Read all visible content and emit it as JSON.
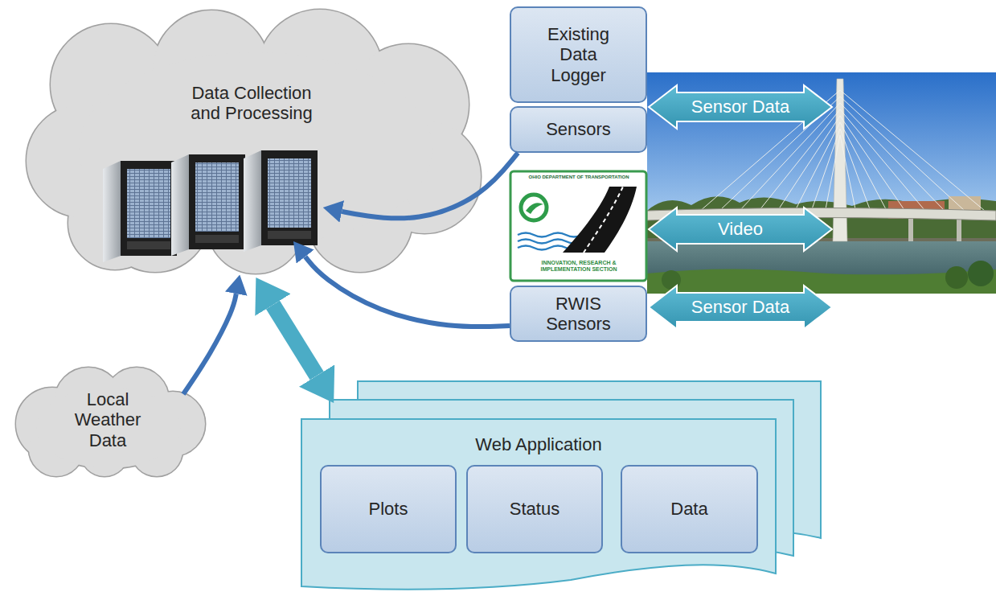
{
  "diagram": {
    "nodes": [
      {
        "text": [
          "Data Collection and Processing"
        ]
      },
      {
        "text": [
          "Existing Data Logger"
        ]
      },
      {
        "text": [
          "Sensors"
        ]
      },
      {
        "text": [
          "RWIS Sensors"
        ]
      },
      {
        "text": [
          "Local Weather Data"
        ]
      },
      {
        "text": [
          "Web Application"
        ]
      },
      {
        "text": [
          "Plots"
        ],
        "in": 5
      },
      {
        "text": [
          "Status"
        ],
        "in": 5
      },
      {
        "text": [
          "Data"
        ],
        "in": 5
      }
    ],
    "edges": [
      {
        "from": 2,
        "to": 0,
        "arrow": "to"
      },
      {
        "from": 3,
        "to": 0,
        "arrow": "to"
      },
      {
        "from": 4,
        "to": 0,
        "arrow": "to"
      },
      {
        "from": 5,
        "to": 0,
        "arrow": "both"
      }
    ],
    "labels": [
      "Sensor Data",
      "Video",
      "Sensor Data",
      "OHIO DEPARTMENT OF TRANSPORTATION",
      "INNOVATION, RESEARCH & IMPLEMENTATION SECTION"
    ]
  }
}
